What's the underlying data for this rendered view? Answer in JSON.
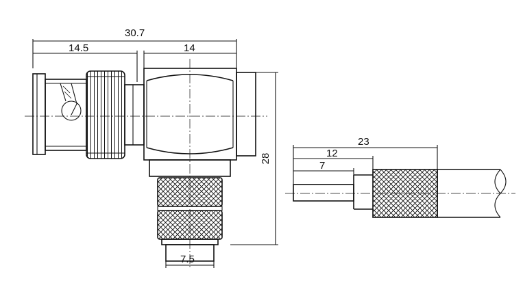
{
  "drawing": {
    "dimensions": {
      "overall_length": "30.7",
      "bnc_section": "14.5",
      "body_width": "14",
      "height": "28",
      "ferrule_width": "7.5",
      "cable_strip_total": "23",
      "cable_strip_mid": "12",
      "cable_strip_inner": "7"
    }
  }
}
